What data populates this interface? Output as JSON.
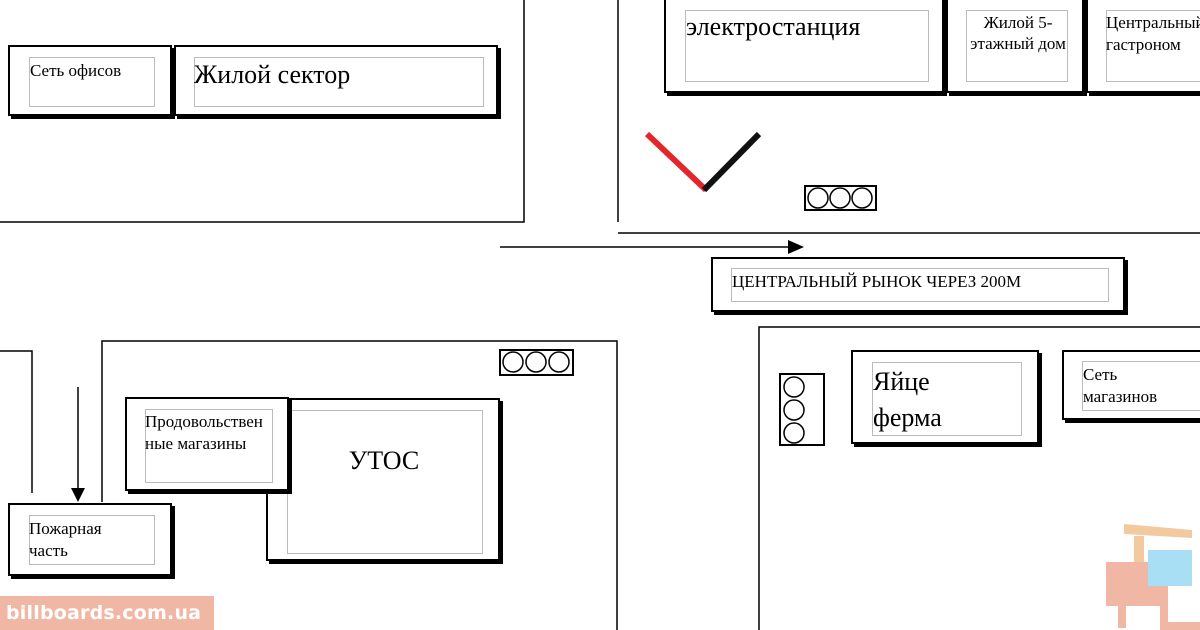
{
  "labels": {
    "offices": "Сеть офисов",
    "residential_sector": "Жилой сектор",
    "power_station": "электростанция",
    "house_5_floor": "Жилой 5-этажный дом",
    "central_grocery": "Центральный гастроном",
    "market_sign": "ЦЕНТРАЛЬНЫЙ РЫНОК ЧЕРЕЗ 200М",
    "food_stores": "Продовольственные магазины",
    "utos": "УТОС",
    "fire_station": "Пожарная часть",
    "egg_farm": "Яйце ферма",
    "shop_network": "Сеть магазинов"
  },
  "watermark": {
    "text": "billboards.com.ua"
  },
  "colors": {
    "line": "#000000",
    "red_sign": "#e3262b",
    "black_sign": "#111111",
    "watermark_bg": "#f0b7a5",
    "logo_accent": "#f3c9a0",
    "logo_blue": "#a8dff4"
  },
  "icons": [
    "traffic-light-icon",
    "arrow-right-icon",
    "arrow-down-icon",
    "checkmark-sign-icon",
    "billboard-logo-icon"
  ]
}
